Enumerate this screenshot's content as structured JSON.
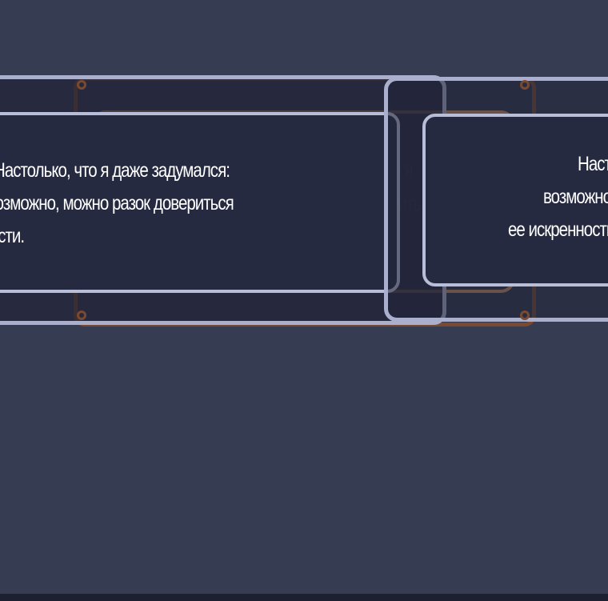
{
  "panel_left": {
    "lines": [
      "Настолько, что я даже задумался:",
      "возможно, можно разок довериться",
      "ее искренности."
    ]
  },
  "panel_right": {
    "lines": [
      "Настолько, что я даже задумался:",
      "возможно, можно разок довериться",
      "ее искренности."
    ]
  },
  "colors": {
    "background": "#363c51",
    "panel_fill": "#2a2e45",
    "cool_border": "#a9afcc",
    "warm_border": "#c48a62",
    "dark_warm_border": "#7a4a30",
    "text": "#ffffff"
  }
}
